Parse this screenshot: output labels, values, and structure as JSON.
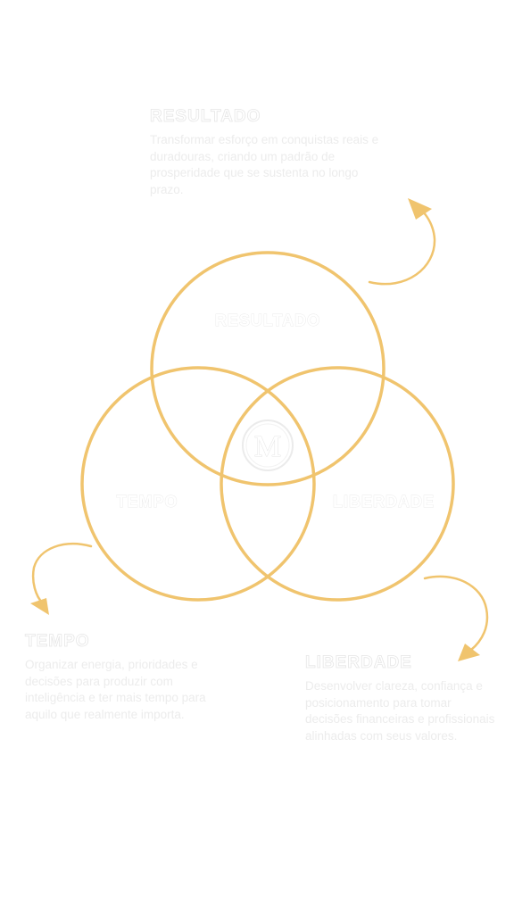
{
  "colors": {
    "accent": "#f0c46e",
    "text": "#ececec",
    "background": "#ffffff"
  },
  "diagram": {
    "type": "venn",
    "monogram": "M",
    "circles": [
      {
        "label": "RESULTADO"
      },
      {
        "label": "TEMPO"
      },
      {
        "label": "LIBERDADE"
      }
    ],
    "arrows": [
      "curved-arrow-icon",
      "curved-arrow-icon",
      "curved-arrow-icon"
    ]
  },
  "blocks": {
    "resultado": {
      "title": "RESULTADO",
      "text": "Transformar esforço em conquistas reais e duradouras, criando um padrão de prosperidade que se sustenta no longo prazo."
    },
    "tempo": {
      "title": "TEMPO",
      "text": "Organizar energia, prioridades e decisões para produzir com inteligência e ter mais tempo para aquilo que realmente importa."
    },
    "liberdade": {
      "title": "LIBERDADE",
      "text": "Desenvolver clareza, confiança e posicionamento para tomar decisões financeiras e profissionais alinhadas com seus valores."
    }
  }
}
